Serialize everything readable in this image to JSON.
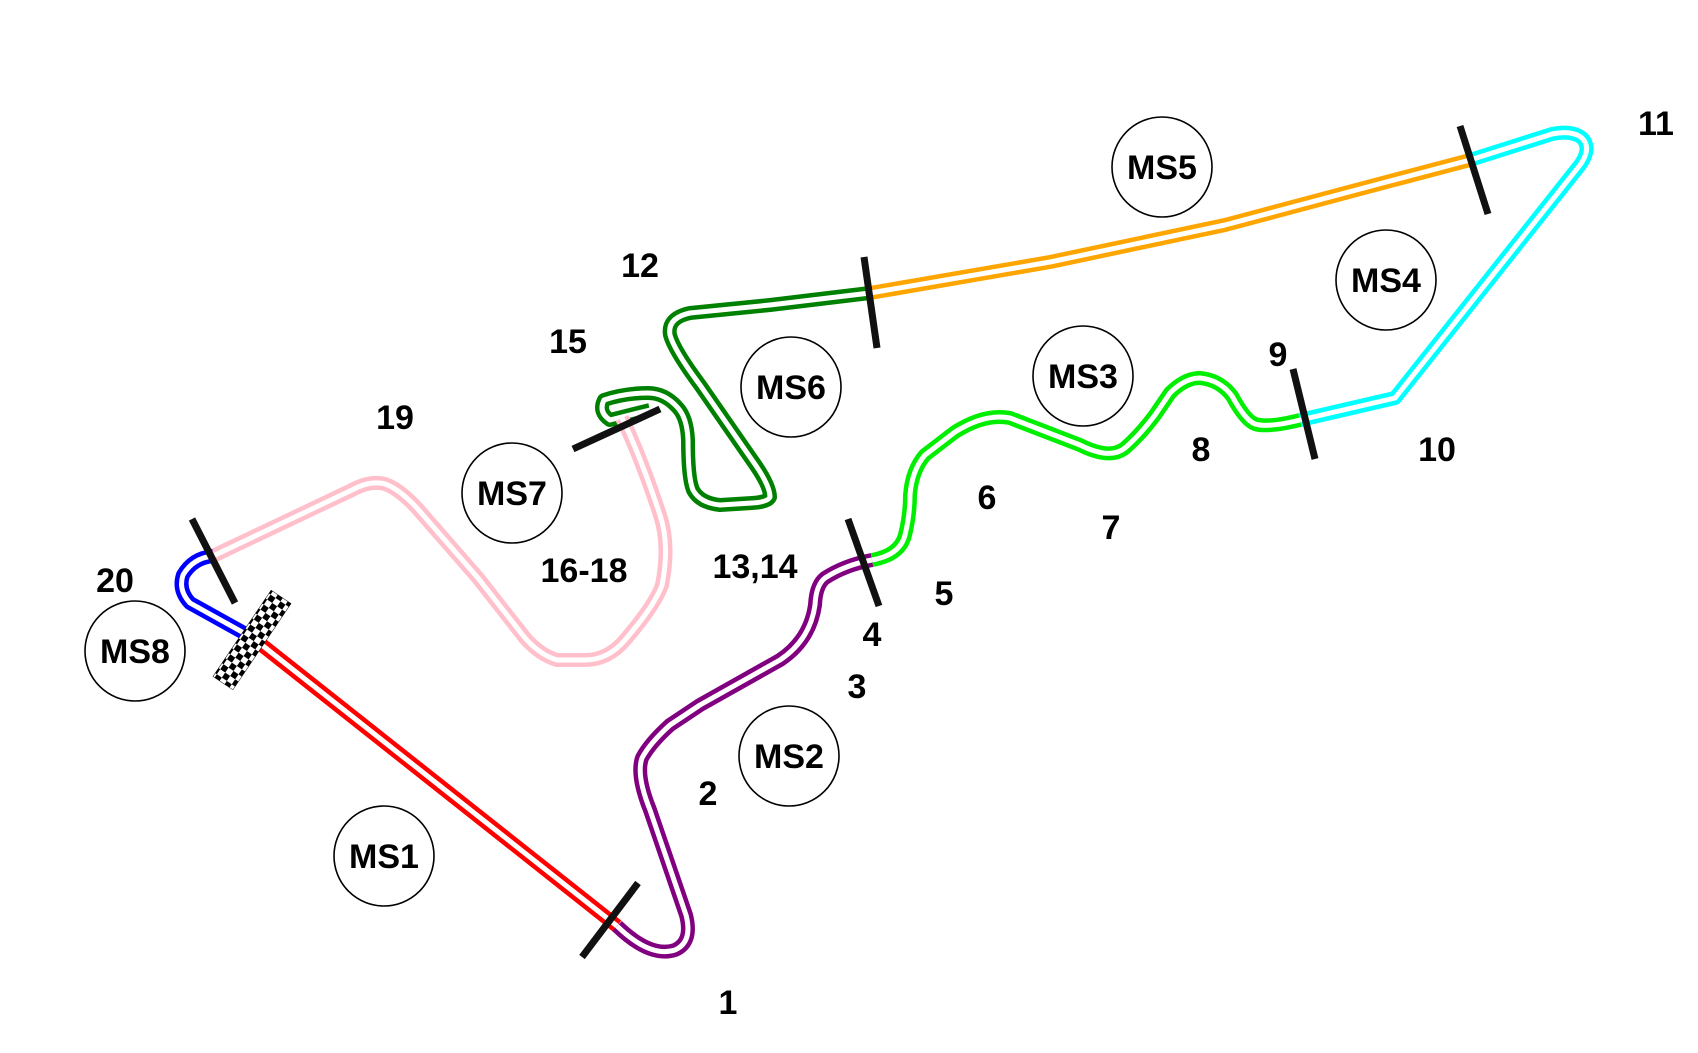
{
  "map": {
    "sectors": [
      {
        "id": "ms1",
        "label": "MS1",
        "color": "#ff0000"
      },
      {
        "id": "ms2",
        "label": "MS2",
        "color": "#800080"
      },
      {
        "id": "ms3",
        "label": "MS3",
        "color": "#00ee00"
      },
      {
        "id": "ms4",
        "label": "MS4",
        "color": "#00ffff"
      },
      {
        "id": "ms5",
        "label": "MS5",
        "color": "#ffa500"
      },
      {
        "id": "ms6",
        "label": "MS6",
        "color": "#008000"
      },
      {
        "id": "ms7",
        "label": "MS7",
        "color": "#ffc0cb"
      },
      {
        "id": "ms8",
        "label": "MS8",
        "color": "#0000ff"
      }
    ],
    "corners": [
      "1",
      "2",
      "3",
      "4",
      "5",
      "6",
      "7",
      "8",
      "9",
      "10",
      "11",
      "12",
      "13,14",
      "15",
      "16-18",
      "19",
      "20"
    ],
    "start_finish_icon": "checkered-flag-icon"
  }
}
